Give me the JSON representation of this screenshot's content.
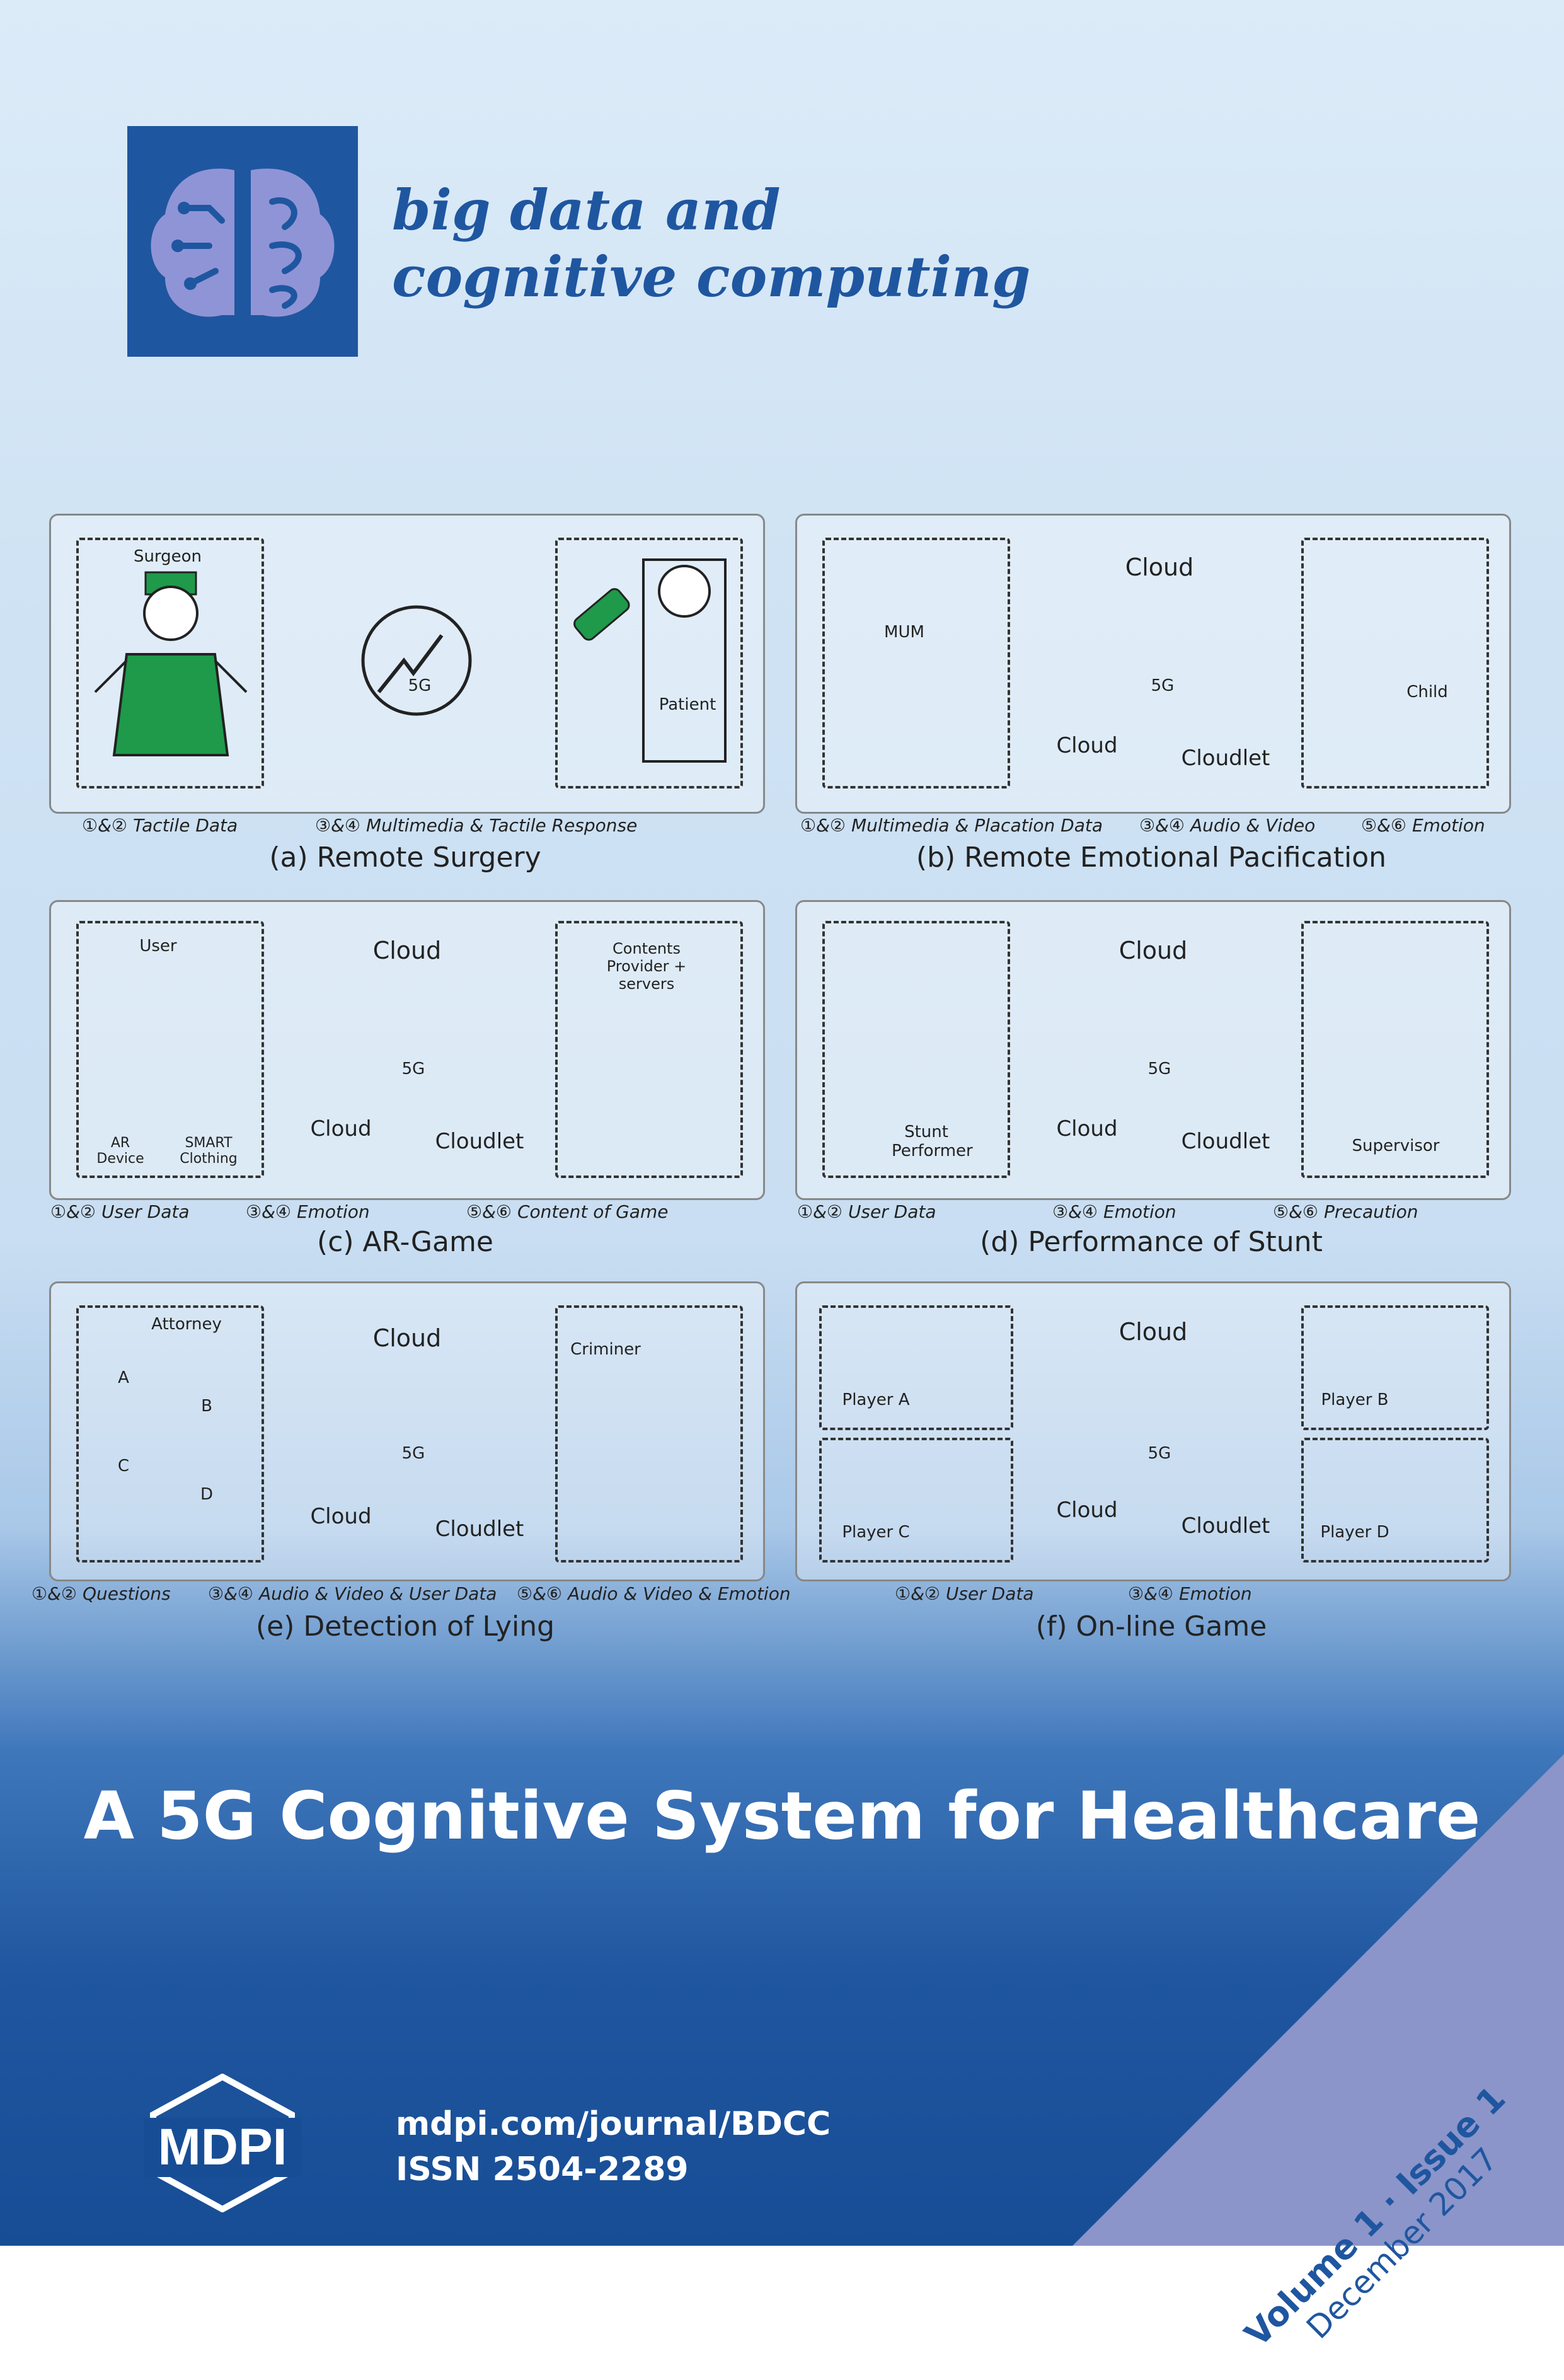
{
  "journal": {
    "name_line1": "big data and",
    "name_line2": "cognitive computing"
  },
  "panels": {
    "a": {
      "left_label": "Surgeon",
      "center_label": "5G",
      "right_label": "Patient",
      "legend1": "Tactile Data",
      "legend2": "Multimedia & Tactile Response",
      "caption": "(a) Remote Surgery"
    },
    "b": {
      "left_label": "MUM",
      "right_label": "Child",
      "cloud_top": "Cloud",
      "cloud_bottom": "Cloud",
      "cloudlet": "Cloudlet",
      "center_label": "5G",
      "legend1": "Multimedia & Placation Data",
      "legend2": "Audio & Video",
      "legend3": "Emotion",
      "caption": "(b) Remote Emotional Pacification"
    },
    "c": {
      "left_label": "User",
      "device1": "AR Device",
      "device2": "SMART Clothing",
      "right_label": "Contents Provider + servers",
      "cloud_top": "Cloud",
      "cloud_bottom": "Cloud",
      "cloudlet": "Cloudlet",
      "center_label": "5G",
      "legend1": "User Data",
      "legend2": "Emotion",
      "legend3": "Content of Game",
      "caption": "(c) AR-Game"
    },
    "d": {
      "left_label": "Stunt Performer",
      "right_label": "Supervisor",
      "cloud_top": "Cloud",
      "cloud_bottom": "Cloud",
      "cloudlet": "Cloudlet",
      "center_label": "5G",
      "legend1": "User Data",
      "legend2": "Emotion",
      "legend3": "Precaution",
      "caption": "(d) Performance of Stunt"
    },
    "e": {
      "left_label": "Attorney",
      "right_label": "Criminer",
      "persons": [
        "A",
        "B",
        "C",
        "D"
      ],
      "cloud_top": "Cloud",
      "cloud_bottom": "Cloud",
      "cloudlet": "Cloudlet",
      "center_label": "5G",
      "legend1": "Questions",
      "legend2": "Audio & Video & User Data",
      "legend3": "Audio & Video & Emotion",
      "caption": "(e) Detection of Lying"
    },
    "f": {
      "players": [
        "Player A",
        "Player B",
        "Player C",
        "Player D"
      ],
      "cloud_top": "Cloud",
      "cloud_bottom": "Cloud",
      "cloudlet": "Cloudlet",
      "center_label": "5G",
      "legend1": "User Data",
      "legend2": "Emotion",
      "caption": "(f) On-line Game"
    }
  },
  "cover_title": "A 5G Cognitive System for Healthcare",
  "publisher": "MDPI",
  "url": "mdpi.com/journal/BDCC",
  "issn": "ISSN 2504-2289",
  "volume_issue": "Volume 1 · Issue 1",
  "date": "December 2017",
  "colors": {
    "brand_blue": "#1f56a0",
    "corner": "#8b95c9",
    "surgeon_green": "#1e9a4a"
  }
}
